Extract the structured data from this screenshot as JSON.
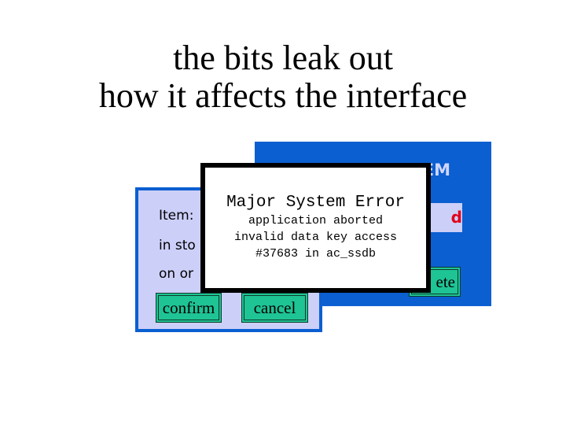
{
  "slide": {
    "title_line1": "the bits leak out",
    "title_line2": "how it affects the interface"
  },
  "back_window": {
    "heading_partial": "EM",
    "field_partial": "d",
    "button_partial": "ete",
    "colors": {
      "background": "#0b5fd0",
      "field_text": "#e0001a"
    }
  },
  "order_window": {
    "labels": {
      "item": "Item:",
      "in_stock": "in sto",
      "on_order": "on or"
    },
    "buttons": {
      "confirm": "confirm",
      "cancel": "cancel"
    },
    "colors": {
      "background": "#cccff8",
      "border": "#0b5fd0",
      "button": "#1fc495"
    }
  },
  "error_dialog": {
    "title": "Major System Error",
    "line1": "application aborted",
    "line2": "invalid data key access",
    "line3": "#37683 in ac_ssdb"
  }
}
